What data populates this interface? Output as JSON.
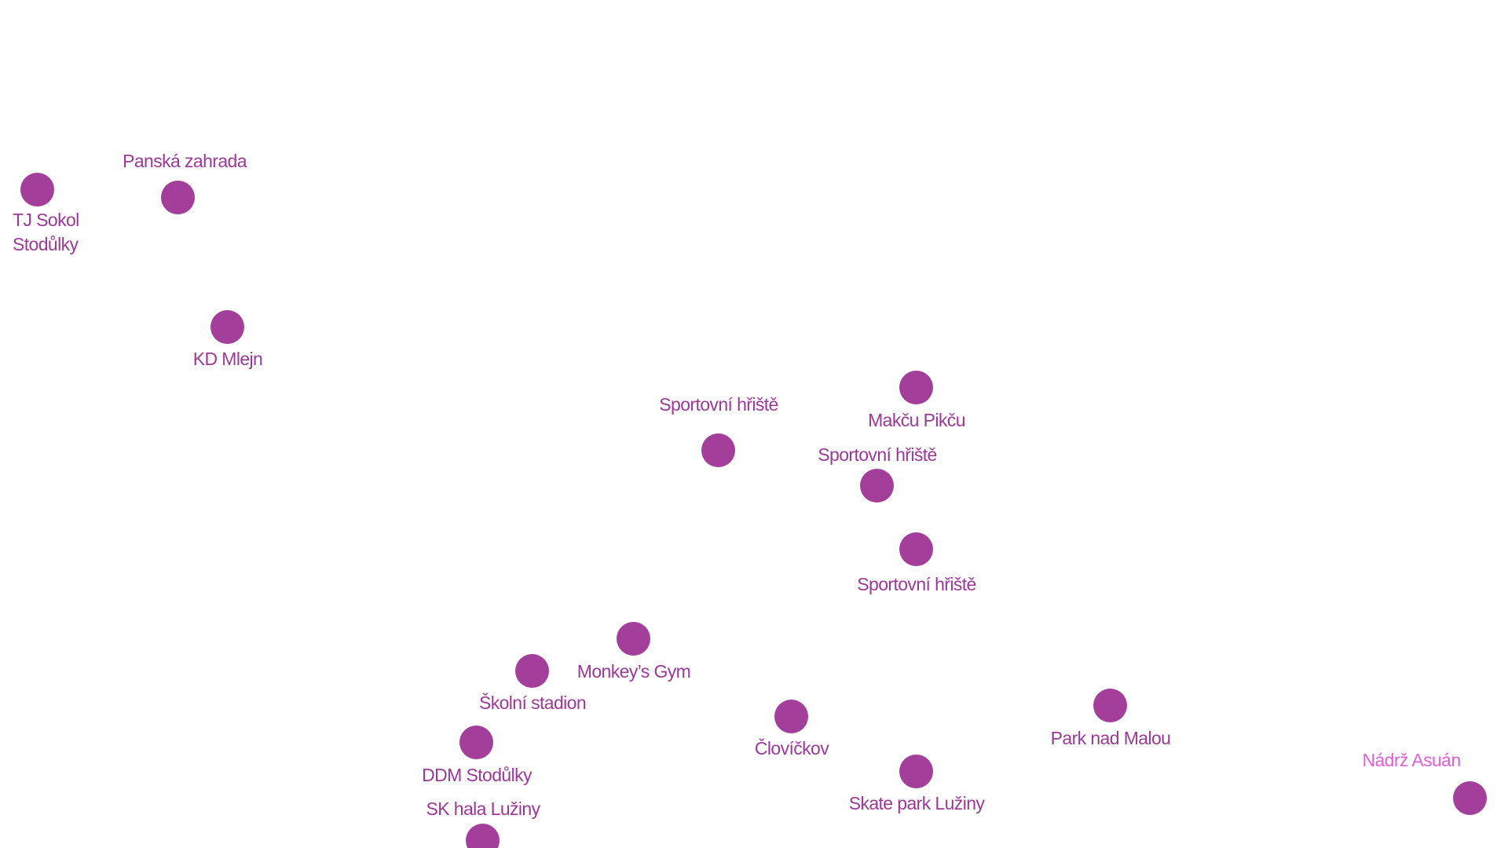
{
  "colors": {
    "marker": "#a33f9b",
    "label": "#9b3a96",
    "label_highlight": "#e060d8"
  },
  "places": [
    {
      "id": "tj-sokol-stodulky",
      "name": "TJ Sokol\nStodůlky",
      "icon": "place-marker-icon"
    },
    {
      "id": "panska-zahrada",
      "name": "Panská zahrada",
      "icon": "place-marker-icon"
    },
    {
      "id": "kd-mlejn",
      "name": "KD Mlejn",
      "icon": "place-marker-icon"
    },
    {
      "id": "sportovni-hriste-1",
      "name": "Sportovní hřiště",
      "icon": "place-marker-icon"
    },
    {
      "id": "makcu-pikcu",
      "name": "Makču Pikču",
      "icon": "place-marker-icon"
    },
    {
      "id": "sportovni-hriste-2",
      "name": "Sportovní hřiště",
      "icon": "place-marker-icon"
    },
    {
      "id": "sportovni-hriste-3",
      "name": "Sportovní hřiště",
      "icon": "place-marker-icon"
    },
    {
      "id": "monkeys-gym",
      "name": "Monkey’s Gym",
      "icon": "place-marker-icon"
    },
    {
      "id": "skolni-stadion",
      "name": "Školní stadion",
      "icon": "place-marker-icon"
    },
    {
      "id": "ddm-stodulky",
      "name": "DDM Stodůlky",
      "icon": "place-marker-icon"
    },
    {
      "id": "sk-hala-luziny",
      "name": "SK hala Lužiny",
      "icon": "place-marker-icon"
    },
    {
      "id": "clovickov",
      "name": "Človíčkov",
      "icon": "place-marker-icon"
    },
    {
      "id": "skate-park-luziny",
      "name": "Skate park Lužiny",
      "icon": "place-marker-icon"
    },
    {
      "id": "park-nad-malou",
      "name": "Park nad Malou",
      "icon": "place-marker-icon"
    },
    {
      "id": "nadrz-asuan",
      "name": "Nádrž Asuán",
      "icon": "place-marker-icon",
      "highlight": true
    }
  ]
}
